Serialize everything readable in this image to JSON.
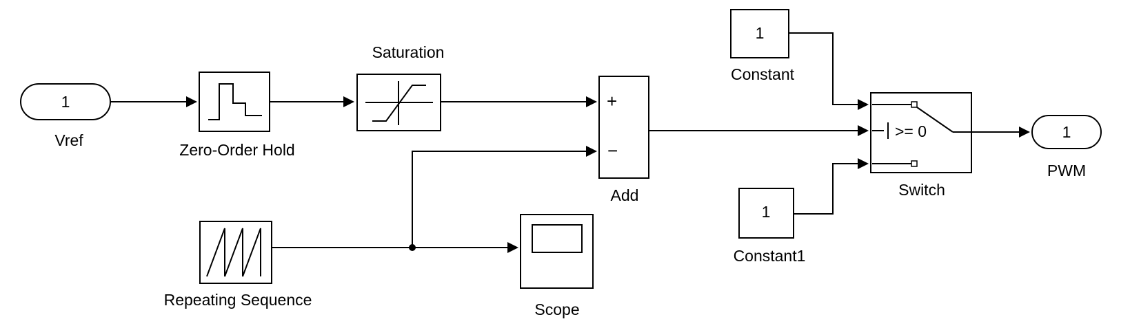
{
  "blocks": {
    "vref": {
      "label": "Vref",
      "value": "1"
    },
    "zero_order_hold": {
      "label": "Zero-Order Hold"
    },
    "saturation": {
      "label": "Saturation"
    },
    "add": {
      "label": "Add",
      "sign_plus": "+",
      "sign_minus": "−"
    },
    "repeating_sequence": {
      "label": "Repeating Sequence"
    },
    "scope": {
      "label": "Scope"
    },
    "constant": {
      "label": "Constant",
      "value": "1"
    },
    "constant1": {
      "label": "Constant1",
      "value": "1"
    },
    "switch": {
      "label": "Switch",
      "threshold": ">= 0"
    },
    "pwm": {
      "label": "PWM",
      "value": "1"
    }
  }
}
